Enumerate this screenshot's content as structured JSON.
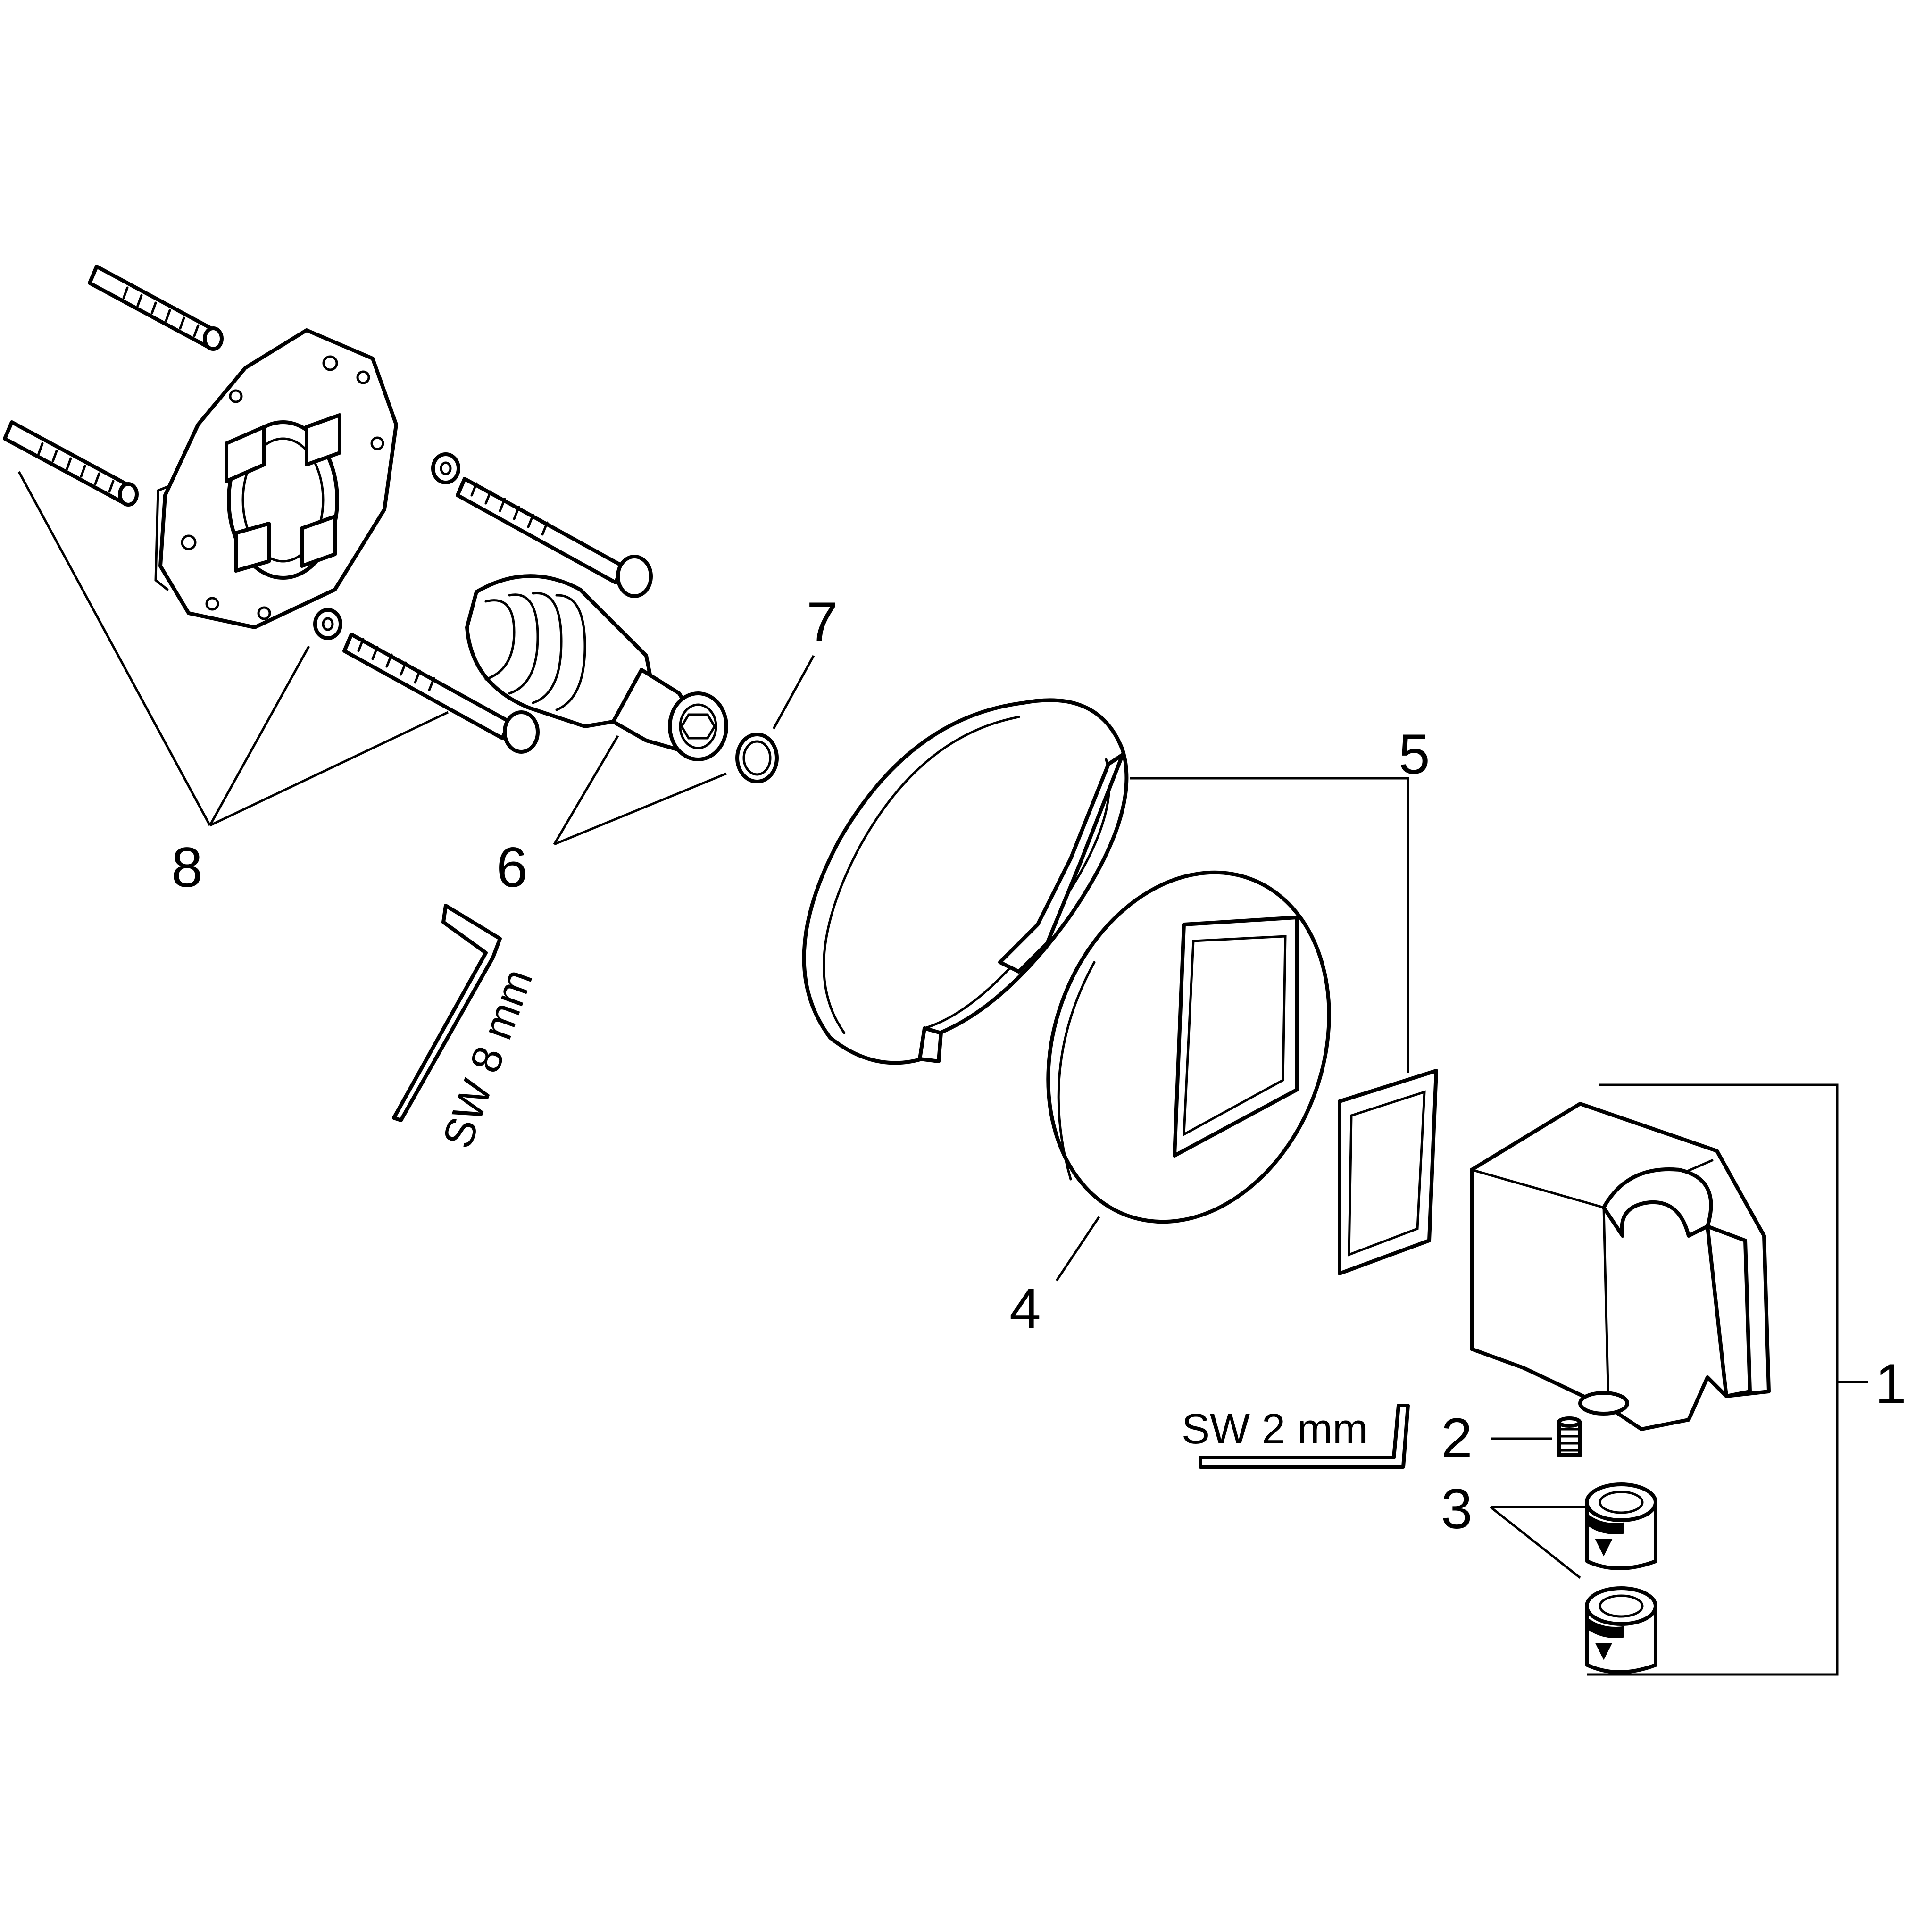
{
  "diagram": {
    "callouts": [
      {
        "id": "1",
        "label": "1"
      },
      {
        "id": "2",
        "label": "2"
      },
      {
        "id": "3",
        "label": "3"
      },
      {
        "id": "4",
        "label": "4"
      },
      {
        "id": "5",
        "label": "5"
      },
      {
        "id": "6",
        "label": "6"
      },
      {
        "id": "7",
        "label": "7"
      },
      {
        "id": "8",
        "label": "8"
      }
    ],
    "tools": {
      "hex_key_large": "SW 8 mm",
      "hex_key_small": "SW 2 mm"
    },
    "line_color": "#000000",
    "background_color": "#ffffff"
  }
}
